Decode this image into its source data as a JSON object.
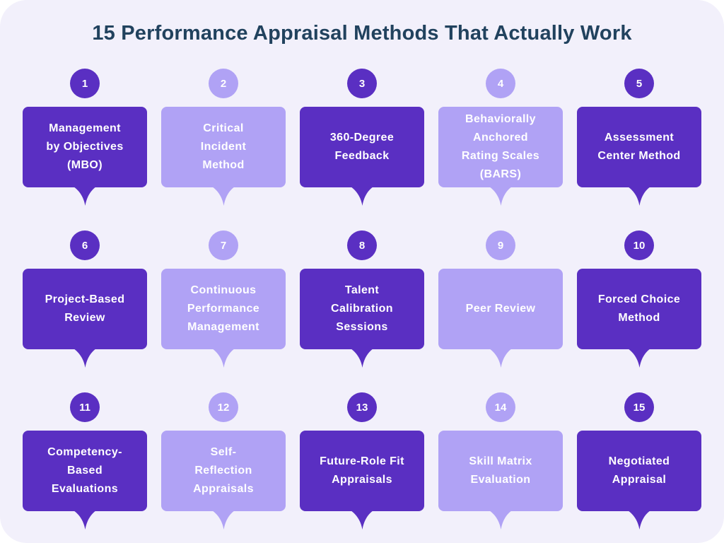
{
  "title": "15 Performance Appraisal Methods That Actually Work",
  "colors": {
    "page_bg": "#ffffff",
    "canvas_bg": "#f2f0fb",
    "title_color": "#21425e",
    "dark_purple": "#5a2fc2",
    "light_purple": "#b0a2f5",
    "card_text": "#ffffff"
  },
  "methods": [
    {
      "number": "1",
      "variant": "dark",
      "label": "Management\nby Objectives\n(MBO)"
    },
    {
      "number": "2",
      "variant": "light",
      "label": "Critical\nIncident\nMethod"
    },
    {
      "number": "3",
      "variant": "dark",
      "label": "360-Degree\nFeedback"
    },
    {
      "number": "4",
      "variant": "light",
      "label": "Behaviorally\nAnchored\nRating Scales\n(BARS)"
    },
    {
      "number": "5",
      "variant": "dark",
      "label": "Assessment\nCenter Method"
    },
    {
      "number": "6",
      "variant": "dark",
      "label": "Project-Based\nReview"
    },
    {
      "number": "7",
      "variant": "light",
      "label": "Continuous\nPerformance\nManagement"
    },
    {
      "number": "8",
      "variant": "dark",
      "label": "Talent\nCalibration\nSessions"
    },
    {
      "number": "9",
      "variant": "light",
      "label": "Peer Review"
    },
    {
      "number": "10",
      "variant": "dark",
      "label": "Forced Choice\nMethod"
    },
    {
      "number": "11",
      "variant": "dark",
      "label": "Competency-\nBased\nEvaluations"
    },
    {
      "number": "12",
      "variant": "light",
      "label": "Self-\nReflection\nAppraisals"
    },
    {
      "number": "13",
      "variant": "dark",
      "label": "Future-Role Fit\nAppraisals"
    },
    {
      "number": "14",
      "variant": "light",
      "label": "Skill Matrix\nEvaluation"
    },
    {
      "number": "15",
      "variant": "dark",
      "label": "Negotiated\nAppraisal"
    }
  ]
}
